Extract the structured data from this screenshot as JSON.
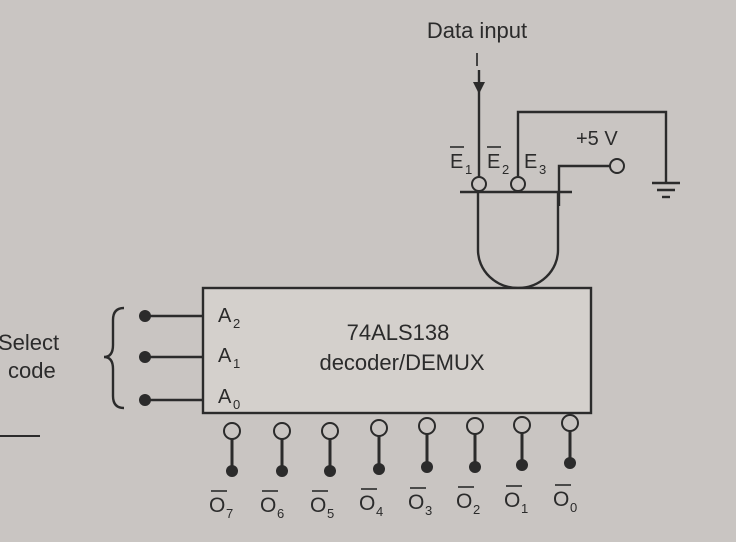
{
  "diagram": {
    "data_input_label": "Data input",
    "data_input_symbol": "I",
    "supply_label": "+5 V",
    "chip_part_number": "74ALS138",
    "chip_function": "decoder/DEMUX",
    "select_label_line1": "Select",
    "select_label_line2": "code",
    "enable_inputs": [
      {
        "letter": "E",
        "sub": "1",
        "overbar": true
      },
      {
        "letter": "E",
        "sub": "2",
        "overbar": true
      },
      {
        "letter": "E",
        "sub": "3",
        "overbar": false
      }
    ],
    "address_inputs": [
      {
        "letter": "A",
        "sub": "2"
      },
      {
        "letter": "A",
        "sub": "1"
      },
      {
        "letter": "A",
        "sub": "0"
      }
    ],
    "outputs": [
      {
        "letter": "O",
        "sub": "7"
      },
      {
        "letter": "O",
        "sub": "6"
      },
      {
        "letter": "O",
        "sub": "5"
      },
      {
        "letter": "O",
        "sub": "4"
      },
      {
        "letter": "O",
        "sub": "3"
      },
      {
        "letter": "O",
        "sub": "2"
      },
      {
        "letter": "O",
        "sub": "1"
      },
      {
        "letter": "O",
        "sub": "0"
      }
    ],
    "colors": {
      "ink": "#2b2b2b",
      "paper": "#c9c5c2",
      "chip_fill": "#d4d0cc"
    }
  }
}
